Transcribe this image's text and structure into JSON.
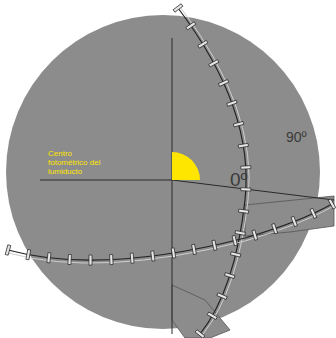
{
  "diagram": {
    "labels": [
      "Centro fotométrico del lumiducto",
      "90º",
      "0º"
    ]
  }
}
